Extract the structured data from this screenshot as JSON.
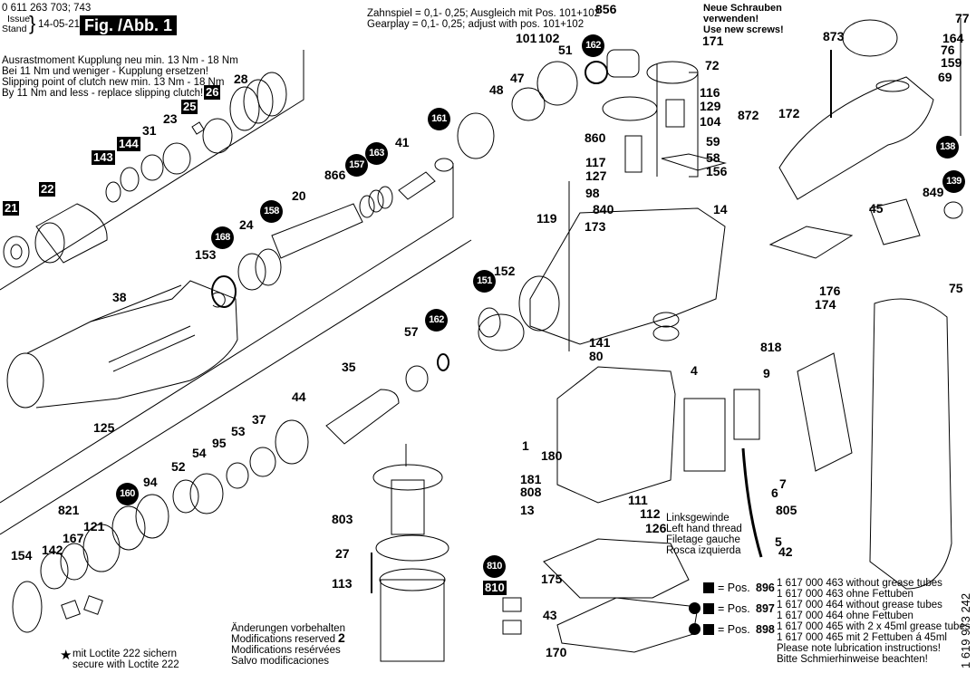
{
  "header": {
    "part_number": "0 611 263 703; 743",
    "issue_label": "Issue",
    "stand_label": "Stand",
    "date": "14-05-21",
    "figure": "Fig. /Abb. 1"
  },
  "notes": {
    "clutch": [
      "Ausrastmoment Kupplung neu min. 13 Nm - 18 Nm",
      "Bei 11 Nm und weniger - Kupplung ersetzen!",
      "Slipping point of clutch new min. 13 Nm - 18 Nm",
      "By 11 Nm and less - replace slipping clutch!"
    ],
    "gearplay": [
      "Zahnspiel = 0,1- 0,25; Ausgleich mit Pos. 101+102",
      "Gearplay  = 0,1- 0,25; adjust with pos. 101+102"
    ],
    "screws": [
      "Neue Schrauben",
      "verwenden!",
      "Use new screws!"
    ],
    "thread": [
      "Linksgewinde",
      "Left hand thread",
      "Filetage gauche",
      "Rosca izquierda"
    ],
    "modifications": [
      "Änderungen vorbehalten",
      "Modifications reserved",
      "Modifications resérvées",
      "Salvo modificaciones"
    ],
    "loctite": [
      "mit Loctite 222 sichern",
      "secure with Loctite 222"
    ],
    "loctite_symbol": "★"
  },
  "legend": {
    "rows": [
      {
        "prefix": "= Pos.",
        "pos": "896",
        "lines": [
          "1 617 000 463 without grease tubes",
          "1 617 000 463 ohne Fettuben"
        ]
      },
      {
        "prefix": "= Pos.",
        "pos": "897",
        "lines": [
          "1 617 000 464 without grease tubes",
          "1 617 000 464 ohne Fettuben"
        ]
      },
      {
        "prefix": "= Pos.",
        "pos": "898",
        "lines": [
          "1 617 000 465 with 2 x 45ml grease tubes",
          "1 617 000 465 mit 2 Fettuben á 45ml"
        ]
      }
    ],
    "lubrication": [
      "Please note lubrication instructions!",
      "Bitte Schmierhinweise beachten!"
    ],
    "document_number": "1 619 973 242"
  },
  "parts": {
    "plain": [
      "28",
      "23",
      "31",
      "41",
      "866",
      "20",
      "24",
      "153",
      "38",
      "125",
      "152",
      "57",
      "35",
      "44",
      "37",
      "53",
      "95",
      "54",
      "52",
      "94",
      "821",
      "121",
      "167",
      "142",
      "154",
      "803",
      "27",
      "113",
      "2",
      "856",
      "101",
      "102",
      "51",
      "48",
      "47",
      "171",
      "72",
      "116",
      "129",
      "104",
      "872",
      "59",
      "58",
      "156",
      "860",
      "117",
      "127",
      "98",
      "840",
      "119",
      "173",
      "14",
      "141",
      "80",
      "4",
      "818",
      "9",
      "1",
      "180",
      "181",
      "808",
      "13",
      "111",
      "112",
      "126",
      "7",
      "6",
      "805",
      "5",
      "42",
      "175",
      "43",
      "170",
      "172",
      "873",
      "77",
      "164",
      "76",
      "159",
      "69",
      "849",
      "45",
      "176",
      "174",
      "75"
    ],
    "boxed": [
      "21",
      "22",
      "143",
      "144",
      "25",
      "26",
      "810"
    ],
    "circled": [
      "161",
      "163",
      "157",
      "158",
      "168",
      "151",
      "162",
      "160",
      "810",
      "138",
      "139"
    ]
  }
}
